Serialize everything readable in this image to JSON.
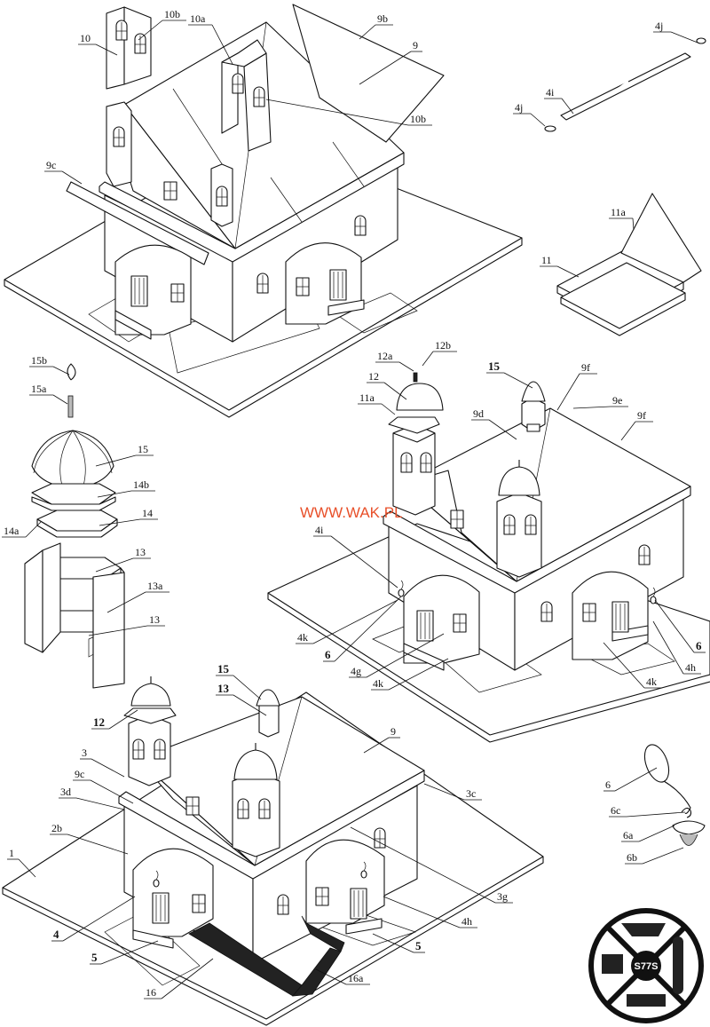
{
  "watermark": "WWW.WAK.PL",
  "seal_text": "S77S",
  "labels": [
    {
      "id": "l-10",
      "text": "10",
      "bold": false
    },
    {
      "id": "l-10b-top",
      "text": "10b",
      "bold": false
    },
    {
      "id": "l-10a",
      "text": "10a",
      "bold": false
    },
    {
      "id": "l-9b",
      "text": "9b",
      "bold": false
    },
    {
      "id": "l-9-top",
      "text": "9",
      "bold": false
    },
    {
      "id": "l-10b-mid",
      "text": "10b",
      "bold": false
    },
    {
      "id": "l-9c-top",
      "text": "9c",
      "bold": false
    },
    {
      "id": "l-4j-top",
      "text": "4j",
      "bold": false
    },
    {
      "id": "l-4i-top",
      "text": "4i",
      "bold": false
    },
    {
      "id": "l-4j-mid",
      "text": "4j",
      "bold": false
    },
    {
      "id": "l-11a-top",
      "text": "11a",
      "bold": false
    },
    {
      "id": "l-11",
      "text": "11",
      "bold": false
    },
    {
      "id": "l-15b",
      "text": "15b",
      "bold": false
    },
    {
      "id": "l-15a",
      "text": "15a",
      "bold": false
    },
    {
      "id": "l-15-exp",
      "text": "15",
      "bold": false
    },
    {
      "id": "l-14b",
      "text": "14b",
      "bold": false
    },
    {
      "id": "l-14",
      "text": "14",
      "bold": false
    },
    {
      "id": "l-14a",
      "text": "14a",
      "bold": false
    },
    {
      "id": "l-13-a",
      "text": "13",
      "bold": false
    },
    {
      "id": "l-13a",
      "text": "13a",
      "bold": false
    },
    {
      "id": "l-13-b",
      "text": "13",
      "bold": false
    },
    {
      "id": "l-12a",
      "text": "12a",
      "bold": false
    },
    {
      "id": "l-12b",
      "text": "12b",
      "bold": false
    },
    {
      "id": "l-12-mid",
      "text": "12",
      "bold": false
    },
    {
      "id": "l-11a-mid",
      "text": "11a",
      "bold": false
    },
    {
      "id": "l-15-mid",
      "text": "15",
      "bold": true
    },
    {
      "id": "l-9f-a",
      "text": "9f",
      "bold": false
    },
    {
      "id": "l-9e",
      "text": "9e",
      "bold": false
    },
    {
      "id": "l-9d",
      "text": "9d",
      "bold": false
    },
    {
      "id": "l-9f-b",
      "text": "9f",
      "bold": false
    },
    {
      "id": "l-4i-mid",
      "text": "4i",
      "bold": false
    },
    {
      "id": "l-4k-a",
      "text": "4k",
      "bold": false
    },
    {
      "id": "l-6-left",
      "text": "6",
      "bold": true
    },
    {
      "id": "l-4g",
      "text": "4g",
      "bold": false
    },
    {
      "id": "l-4k-b",
      "text": "4k",
      "bold": false
    },
    {
      "id": "l-4k-c",
      "text": "4k",
      "bold": false
    },
    {
      "id": "l-6-right",
      "text": "6",
      "bold": true
    },
    {
      "id": "l-4h-mid",
      "text": "4h",
      "bold": false
    },
    {
      "id": "l-15-bot",
      "text": "15",
      "bold": true
    },
    {
      "id": "l-13-bot",
      "text": "13",
      "bold": true
    },
    {
      "id": "l-12-bot",
      "text": "12",
      "bold": true
    },
    {
      "id": "l-9-bot",
      "text": "9",
      "bold": false
    },
    {
      "id": "l-3",
      "text": "3",
      "bold": false
    },
    {
      "id": "l-9c-bot",
      "text": "9c",
      "bold": false
    },
    {
      "id": "l-3d",
      "text": "3d",
      "bold": false
    },
    {
      "id": "l-3c",
      "text": "3c",
      "bold": false
    },
    {
      "id": "l-2b",
      "text": "2b",
      "bold": false
    },
    {
      "id": "l-1",
      "text": "1",
      "bold": false
    },
    {
      "id": "l-3g",
      "text": "3g",
      "bold": false
    },
    {
      "id": "l-4h-bot",
      "text": "4h",
      "bold": false
    },
    {
      "id": "l-4-bot",
      "text": "4",
      "bold": true
    },
    {
      "id": "l-5-left",
      "text": "5",
      "bold": true
    },
    {
      "id": "l-5-right",
      "text": "5",
      "bold": true
    },
    {
      "id": "l-16",
      "text": "16",
      "bold": false
    },
    {
      "id": "l-16a",
      "text": "16a",
      "bold": false
    },
    {
      "id": "l-6-lamp",
      "text": "6",
      "bold": false
    },
    {
      "id": "l-6c",
      "text": "6c",
      "bold": false
    },
    {
      "id": "l-6a",
      "text": "6a",
      "bold": false
    },
    {
      "id": "l-6b",
      "text": "6b",
      "bold": false
    }
  ]
}
